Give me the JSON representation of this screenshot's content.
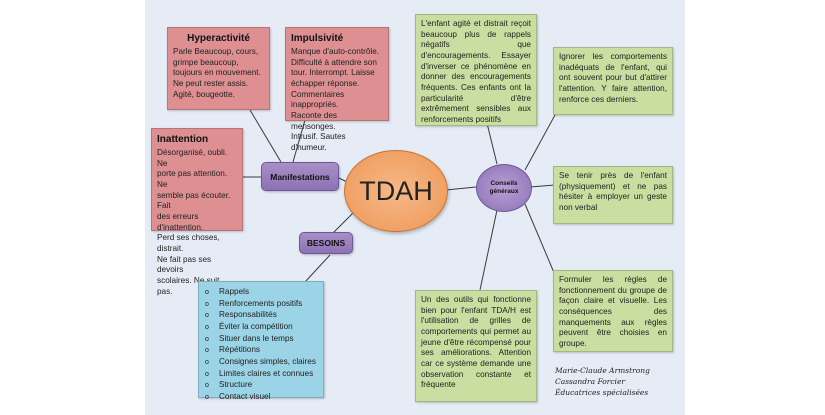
{
  "center_label": "TDAH",
  "nodes": {
    "manifestations": "Manifestations",
    "besoins": "BESOINS",
    "conseils": "Conseils\ngénéraux"
  },
  "hyperactivite": {
    "title": "Hyperactivité",
    "text": "Parle Beaucoup, cours,\ngrimpe beaucoup,\ntoujours en mouvement.\nNe peut rester assis.\nAgité, bougeotte."
  },
  "impulsivite": {
    "title": "Impulsivité",
    "text": "Manque d'auto-contrôle.\nDifficulté à attendre son\ntour. Interrompt. Laisse\néchapper réponse.\nCommentaires inappropriés.\nRaconte des mensonges.\nIntrusif. Sautes d'humeur."
  },
  "inattention": {
    "title": "Inattention",
    "text": "Désorganisé, oubli. Ne\nporte pas attention. Ne\nsemble pas écouter. Fait\ndes erreurs d'inattention.\nPerd ses choses, distrait.\nNe fait pas ses devoirs\nscolaires. Ne suit pas."
  },
  "besoins_items": [
    "Rappels",
    "Renforcements positifs",
    "Responsabilités",
    "Éviter la compétition",
    "Situer dans le temps",
    "Répétitions",
    "Consignes simples, claires",
    "Limites claires et connues",
    "Structure",
    "Contact visuel"
  ],
  "bullet_glyph": "o",
  "conseils_items": {
    "rappels_negatifs": "L'enfant agité et distrait reçoit beaucoup plus de rappels négatifs que d'encouragements. Essayer d'inverser ce phénomène en donner des encouragements fréquents. Ces enfants ont la particularité d'être extrêmement sensibles aux renforcements positifs",
    "ignorer": "Ignorer les comportements inadéquats de l'enfant, qui ont souvent pour but d'attirer l'attention. Y faire attention, renforce ces derniers.",
    "proximite": "Se tenir près de l'enfant (physiquement) et ne pas hésiter à employer un geste non verbal",
    "regles": "Formuler les règles de fonctionnement du groupe de façon claire et visuelle. Les conséquences des manquements aux règles peuvent être choisies en groupe.",
    "grilles": "Un des outils qui fonctionne bien pour l'enfant TDA/H est l'utilisation de grilles de comportements qui permet au jeune d'être récompensé pour ses améliorations. Attention car ce système demande une observation constante et fréquente"
  },
  "signature": "Marie-Claude Armstrong\nCassandra Forcier\nÉducatrices spécialisées",
  "colors": {
    "background": "#e6ecf6",
    "manifestation_boxes": "#dd8f91",
    "advice_boxes": "#c9dea0",
    "needs_box": "#9bd4e6",
    "center": "#ee9856",
    "nodes": "#8e72b5"
  }
}
